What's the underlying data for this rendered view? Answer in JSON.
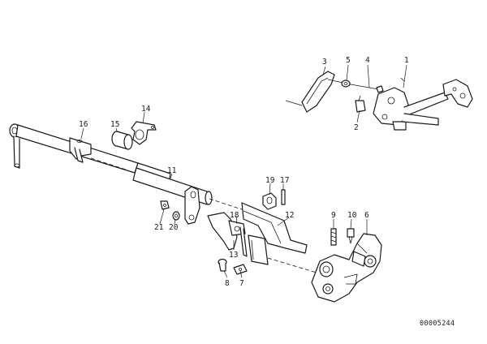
{
  "diagram": {
    "callouts": [
      "1",
      "2",
      "3",
      "4",
      "5",
      "6",
      "7",
      "8",
      "9",
      "10",
      "11",
      "12",
      "13",
      "14",
      "15",
      "16",
      "17",
      "18",
      "19",
      "20",
      "21"
    ],
    "document_number": "00005244"
  }
}
